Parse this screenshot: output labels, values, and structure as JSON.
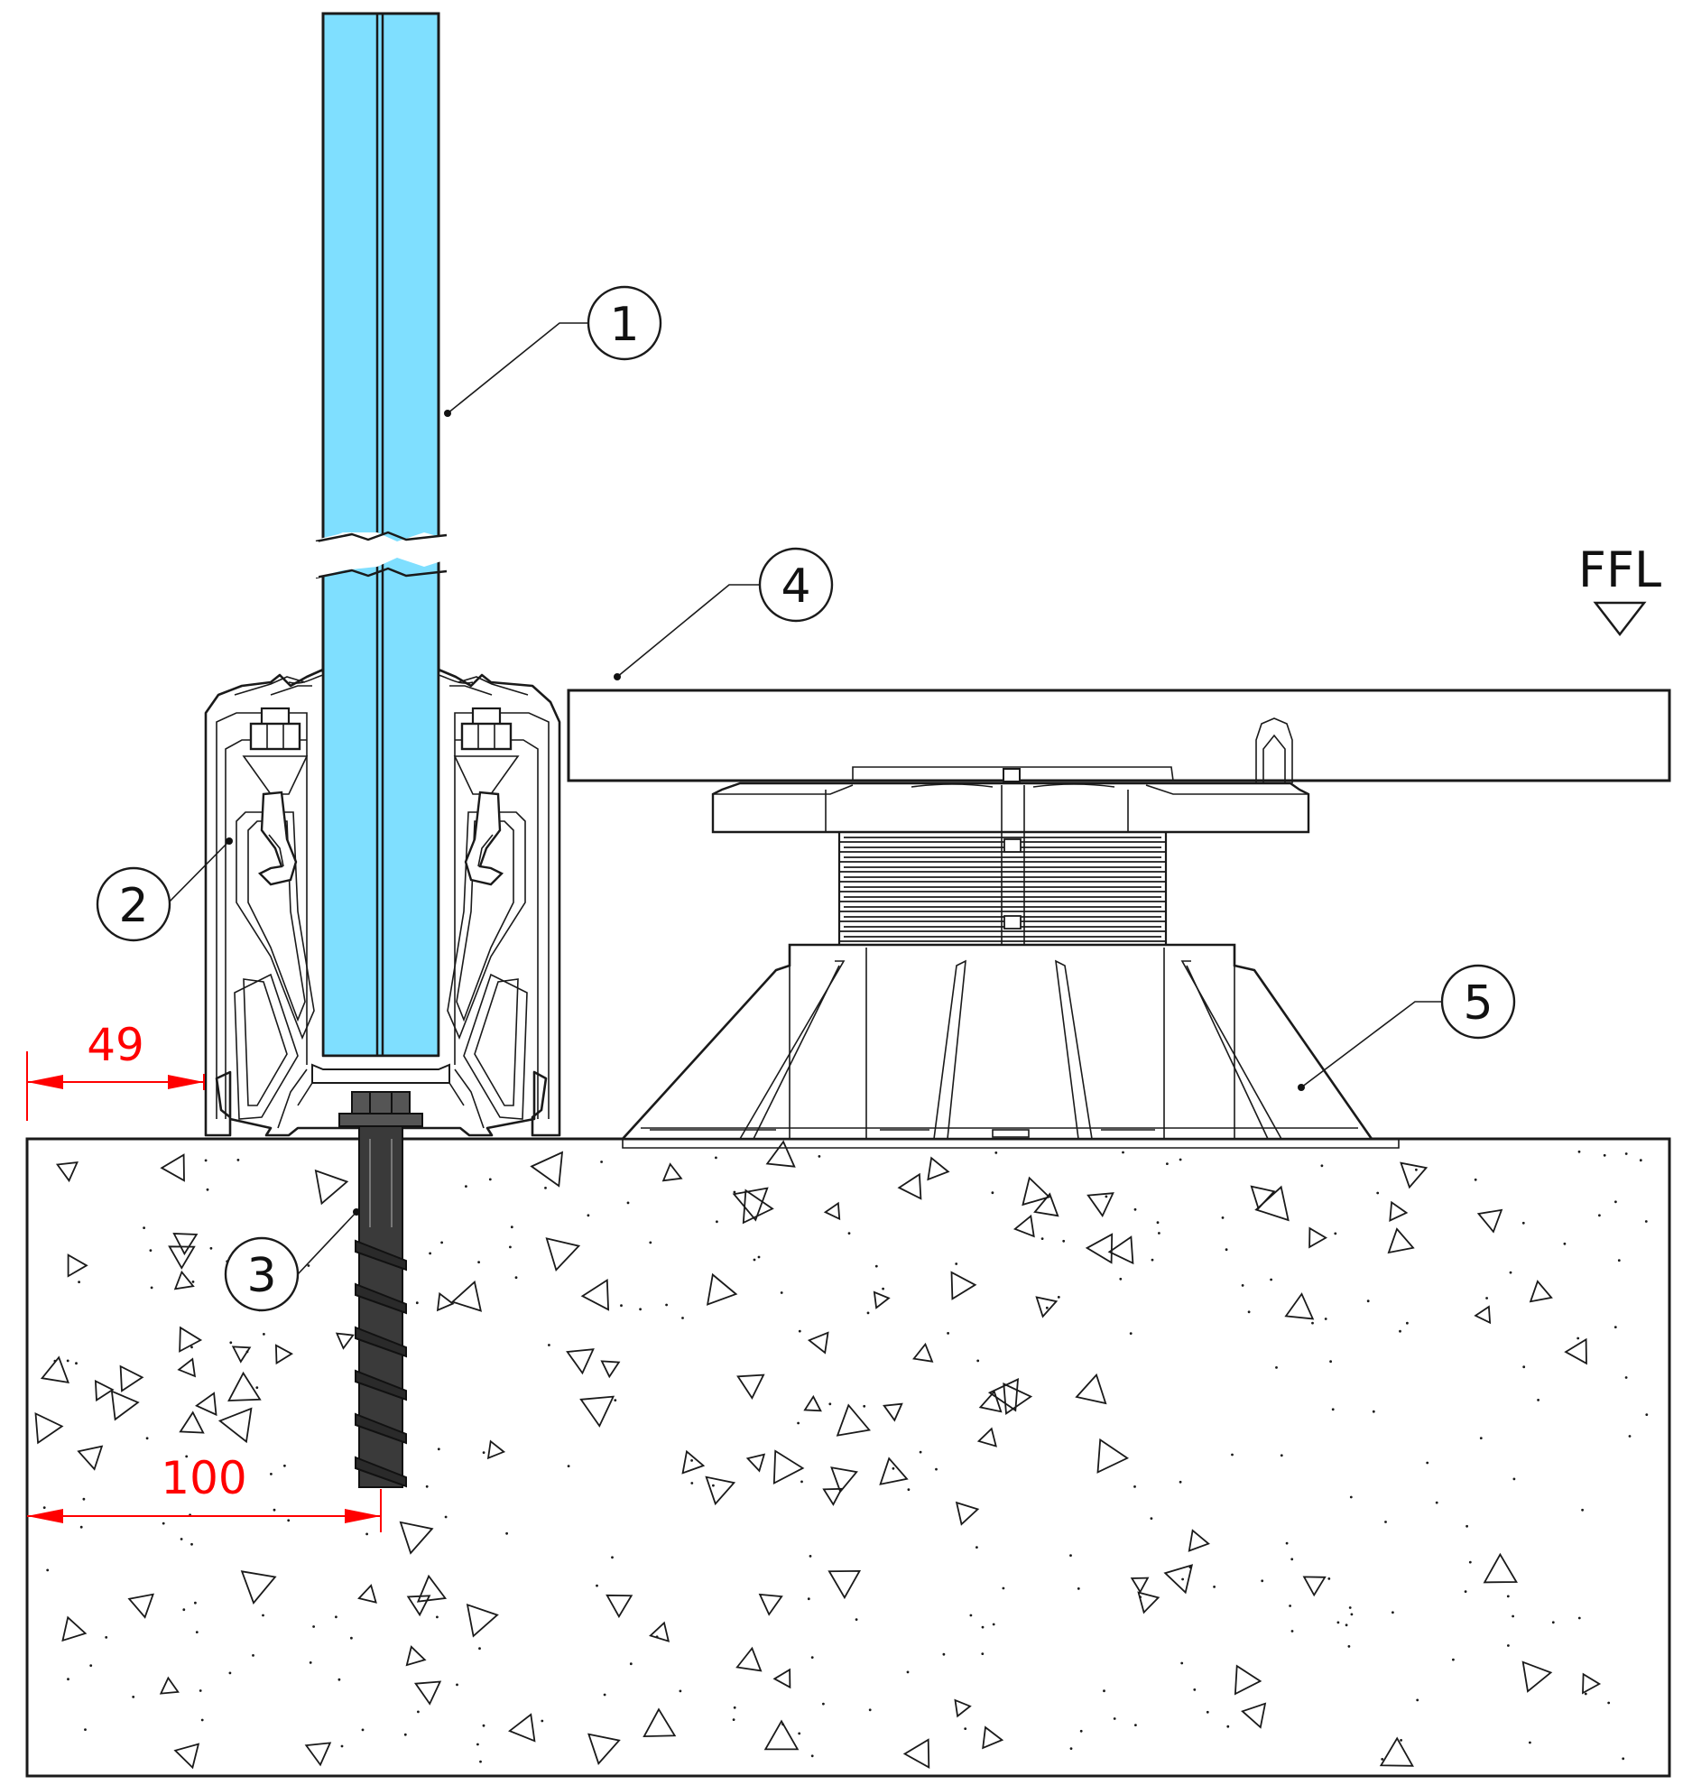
{
  "callouts": [
    {
      "num": "1"
    },
    {
      "num": "2"
    },
    {
      "num": "3"
    },
    {
      "num": "4"
    },
    {
      "num": "5"
    }
  ],
  "dimensions": [
    {
      "value": "49"
    },
    {
      "value": "100"
    }
  ],
  "level_label": "FFL",
  "colors": {
    "glass": "#7fdfff",
    "dimension": "#ff0000",
    "line": "#1a1a1a",
    "anchor": "#3a3a3a",
    "background": "#ffffff"
  }
}
